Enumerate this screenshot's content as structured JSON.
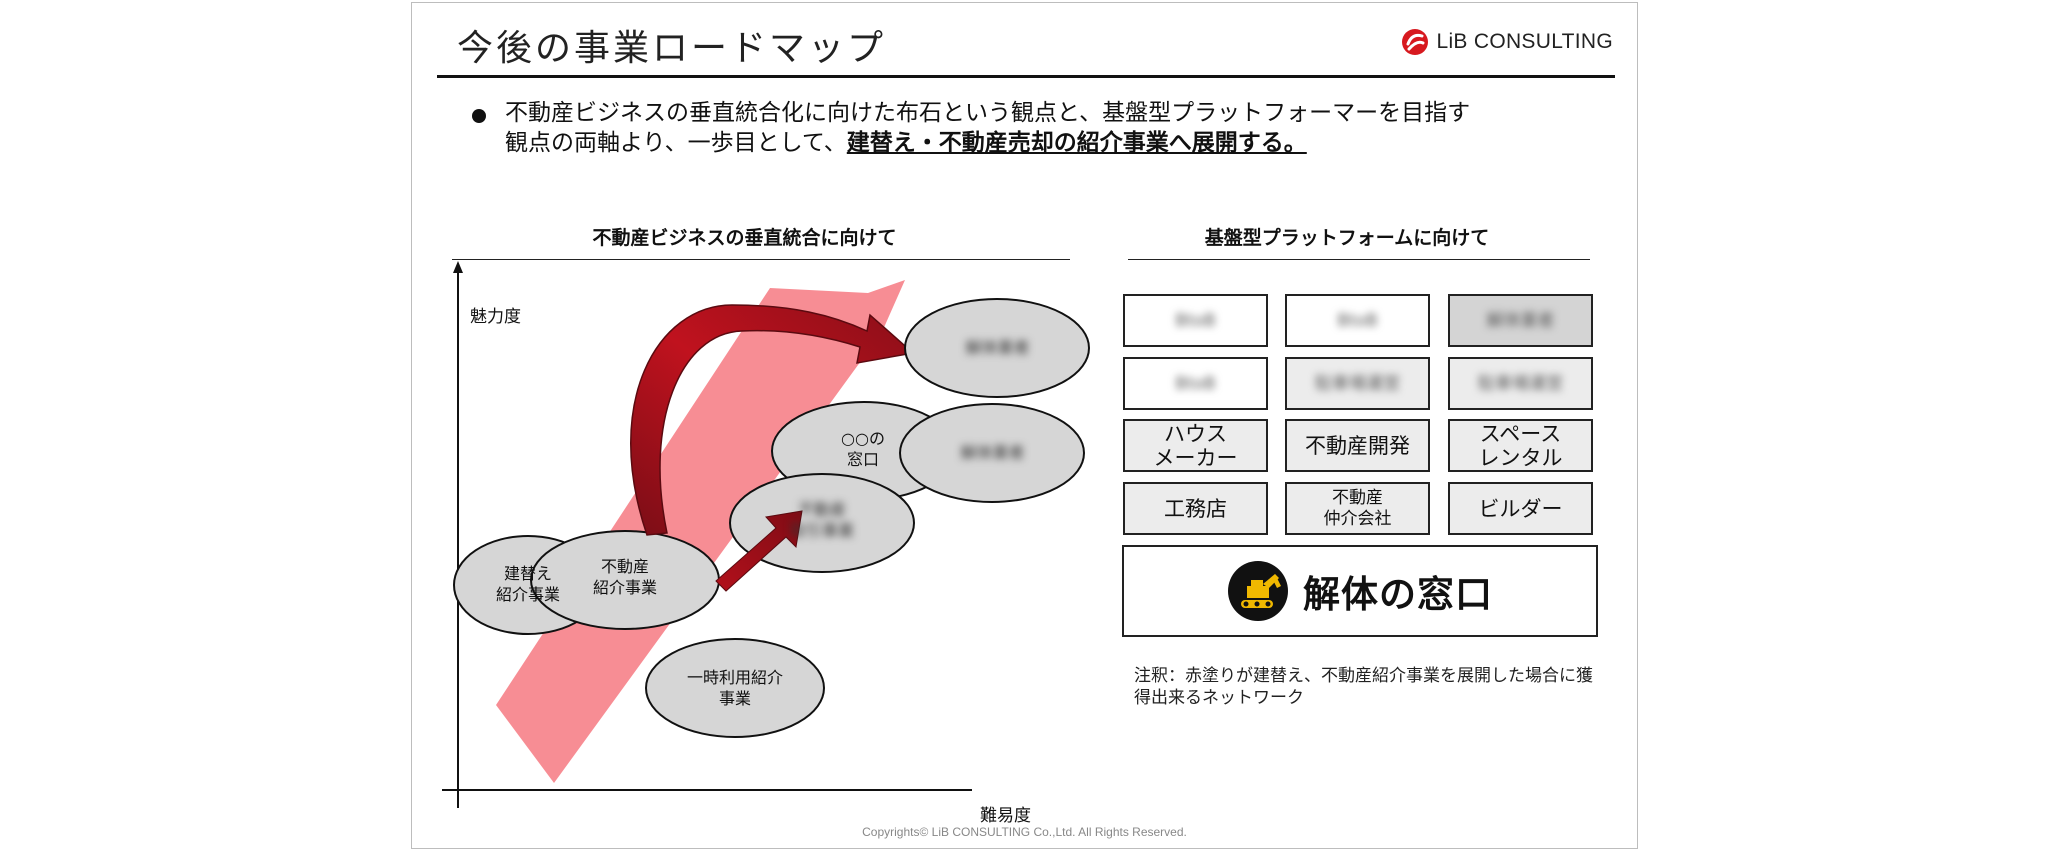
{
  "header": {
    "title": "今後の事業ロードマップ",
    "logo_text": "LiB CONSULTING",
    "brand_color": "#d7191f"
  },
  "bullet": {
    "text_line1": "不動産ビジネスの垂直統合化に向けた布石という観点と、基盤型プラットフォーマーを目指す",
    "text_line2_plain": "観点の両軸より、一歩目として、",
    "text_line2_emphasis": "建替え・不動産売却の紹介事業へ展開する。"
  },
  "left_section": {
    "title": "不動産ビジネスの垂直統合に向けて",
    "y_axis_label": "魅力度",
    "x_axis_label": "難易度",
    "bubbles": {
      "rebuild": "建替え\n紹介事業",
      "realestate": "不動産\n紹介事業",
      "temporary": "一時利用紹介\n事業",
      "window": "○○の\n窓口",
      "blur_mid": "不動産\n取引事業",
      "blur_right": "解体業者",
      "blur_top": "解体業者"
    }
  },
  "right_section": {
    "title": "基盤型プラットフォームに向けて",
    "grid": [
      [
        "BtoB",
        "BtoB",
        "解体業者"
      ],
      [
        "BtoB",
        "駐車場運営",
        "駐車場運営"
      ],
      [
        "ハウス\nメーカー",
        "不動産開発",
        "スペース\nレンタル"
      ],
      [
        "工務店",
        "不動産\n仲介会社",
        "ビルダー"
      ]
    ],
    "feature_box": "解体の窓口",
    "feature_icon": "excavator-icon",
    "note": "注釈：赤塗りが建替え、不動産紹介事業を展開した場合に獲得出来るネットワーク"
  },
  "footer": {
    "copyright": "Copyrights© LiB CONSULTING Co.,Ltd.  All Rights Reserved."
  }
}
